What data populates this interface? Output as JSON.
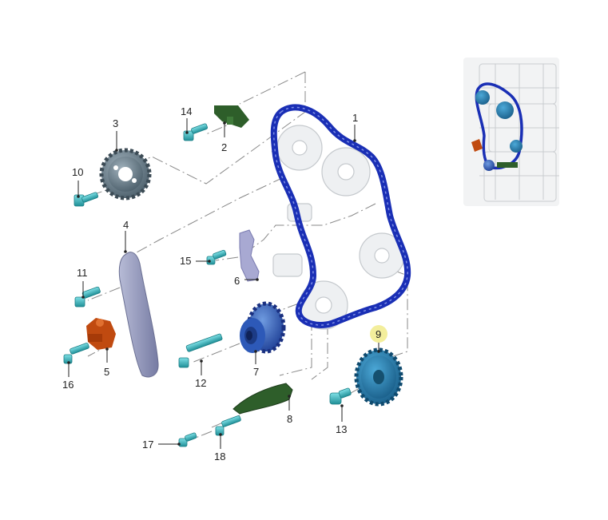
{
  "colors": {
    "chain": "#1a2fb5",
    "guide": "#8f94b8",
    "part_green": "#2e5e2a",
    "tensioner_orange": "#c04a10",
    "sprocket_dark": "#5f7480",
    "sprocket_blue": "#2d59b8",
    "bolt_teal": "#30a8b0",
    "highlight": "#f3ee9c"
  },
  "callouts": [
    {
      "id": "c1",
      "label": "1"
    },
    {
      "id": "c2",
      "label": "2"
    },
    {
      "id": "c3",
      "label": "3"
    },
    {
      "id": "c4",
      "label": "4"
    },
    {
      "id": "c5",
      "label": "5"
    },
    {
      "id": "c6",
      "label": "6"
    },
    {
      "id": "c7",
      "label": "7"
    },
    {
      "id": "c8",
      "label": "8"
    },
    {
      "id": "c9",
      "label": "9",
      "highlighted": true
    },
    {
      "id": "c10",
      "label": "10"
    },
    {
      "id": "c11",
      "label": "11"
    },
    {
      "id": "c12",
      "label": "12"
    },
    {
      "id": "c13",
      "label": "13"
    },
    {
      "id": "c14",
      "label": "14"
    },
    {
      "id": "c15",
      "label": "15"
    },
    {
      "id": "c16",
      "label": "16"
    },
    {
      "id": "c17",
      "label": "17"
    },
    {
      "id": "c18",
      "label": "18"
    }
  ]
}
